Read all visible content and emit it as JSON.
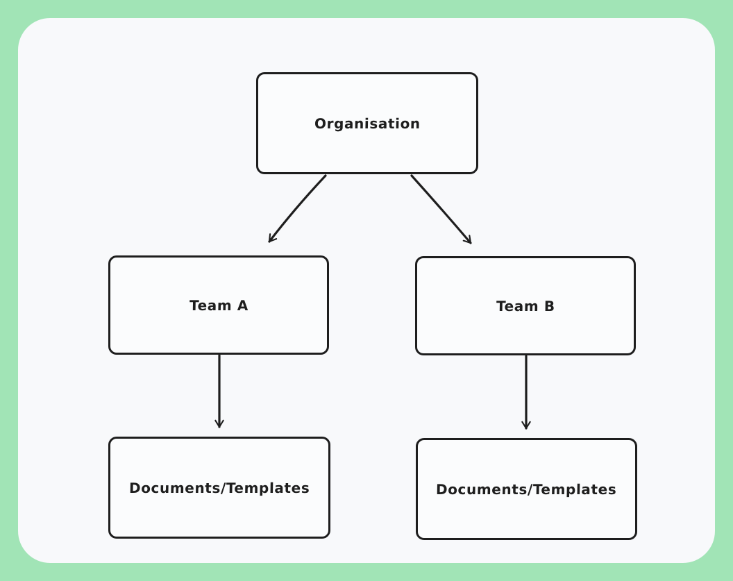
{
  "app": {
    "background_color": "#a1e4b6",
    "canvas_color": "#f8f9fb",
    "stroke_color": "#1e1e1e"
  },
  "diagram": {
    "nodes": [
      {
        "id": "organisation",
        "label": "Organisation"
      },
      {
        "id": "team-a",
        "label": "Team A"
      },
      {
        "id": "team-b",
        "label": "Team B"
      },
      {
        "id": "documents-templates-a",
        "label": "Documents/Templates"
      },
      {
        "id": "documents-templates-b",
        "label": "Documents/Templates"
      }
    ],
    "edges": [
      {
        "from": "organisation",
        "to": "team-a",
        "style": "arrow"
      },
      {
        "from": "organisation",
        "to": "team-b",
        "style": "arrow"
      },
      {
        "from": "team-a",
        "to": "documents-templates-a",
        "style": "arrow"
      },
      {
        "from": "team-b",
        "to": "documents-templates-b",
        "style": "arrow"
      }
    ]
  }
}
